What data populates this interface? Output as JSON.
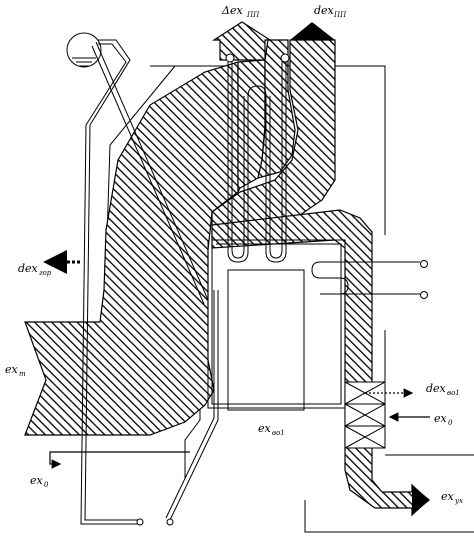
{
  "diagram": {
    "labels": {
      "delta_ex_pp": {
        "main": "Δex",
        "sub": "ПП"
      },
      "dex_pp": {
        "main": "dex",
        "sub": "ПП"
      },
      "dex_gor": {
        "main": "dex",
        "sub": "гор"
      },
      "ex_t": {
        "main": "ex",
        "sub": "т"
      },
      "dex_vo1": {
        "main": "dex",
        "sub": "во1"
      },
      "ex_vo1": {
        "main": "ex",
        "sub": "во1"
      },
      "ex0_right": {
        "main": "ex",
        "sub": "0"
      },
      "ex0_left": {
        "main": "ex",
        "sub": "0"
      },
      "ex_ух": {
        "main": "ex",
        "sub": "ух"
      }
    },
    "colors": {
      "ink": "#000000",
      "paper": "#ffffff"
    }
  }
}
